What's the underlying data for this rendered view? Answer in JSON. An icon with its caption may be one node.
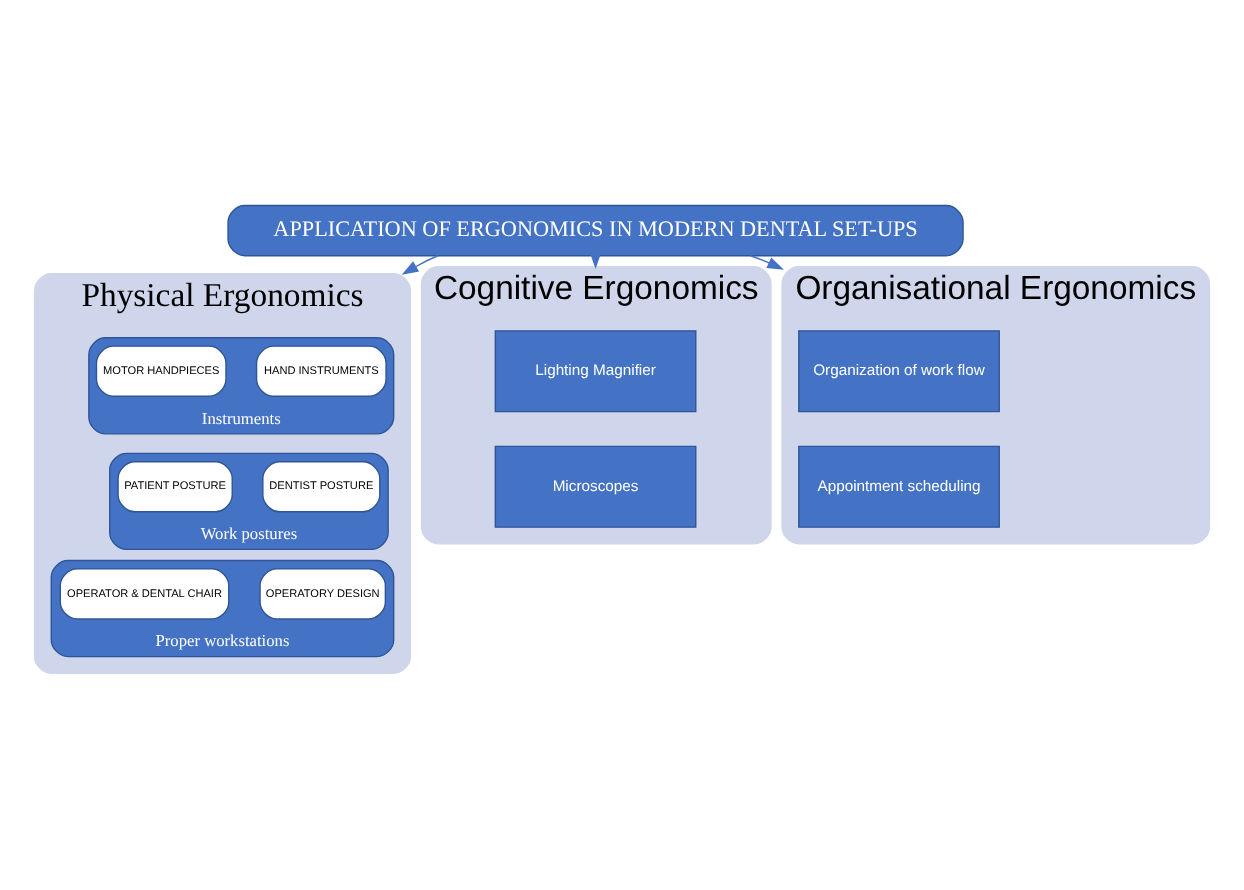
{
  "diagram": {
    "nodes": [
      {
        "text": [
          "APPLICATION OF ERGONOMICS IN MODERN DENTAL SET-UPS"
        ]
      },
      {
        "text": [
          "Physical Ergonomics"
        ]
      },
      {
        "text": [
          "Instruments"
        ],
        "in": 1
      },
      {
        "text": [
          "HAND INSTRUMENTS"
        ],
        "in": 2
      },
      {
        "text": [
          "MOTOR HANDPIECES"
        ],
        "in": 2
      },
      {
        "text": [
          "Work postures"
        ],
        "in": 1
      },
      {
        "text": [
          "DENTIST POSTURE"
        ],
        "in": 5
      },
      {
        "text": [
          "PATIENT POSTURE"
        ],
        "in": 5
      },
      {
        "text": [
          "Proper workstations"
        ],
        "in": 1
      },
      {
        "text": [
          "OPERATORY DESIGN"
        ],
        "in": 8
      },
      {
        "text": [
          "OPERATOR & DENTAL CHAIR"
        ],
        "in": 8
      },
      {
        "text": [
          "Cognitive Ergonomics"
        ]
      },
      {
        "text": [
          "Lighting Magnifier"
        ],
        "in": 11
      },
      {
        "text": [
          "Microscopes"
        ],
        "in": 11
      },
      {
        "text": [
          "Organisational Ergonomics"
        ]
      },
      {
        "text": [
          "Organization of work flow"
        ],
        "in": 14
      },
      {
        "text": [
          "Appointment scheduling"
        ],
        "in": 14
      }
    ],
    "edges": [
      {
        "from": 0,
        "to": 1,
        "arrow": "to"
      },
      {
        "from": 0,
        "to": 11,
        "arrow": "to"
      },
      {
        "from": 0,
        "to": 14,
        "arrow": "to"
      }
    ]
  }
}
